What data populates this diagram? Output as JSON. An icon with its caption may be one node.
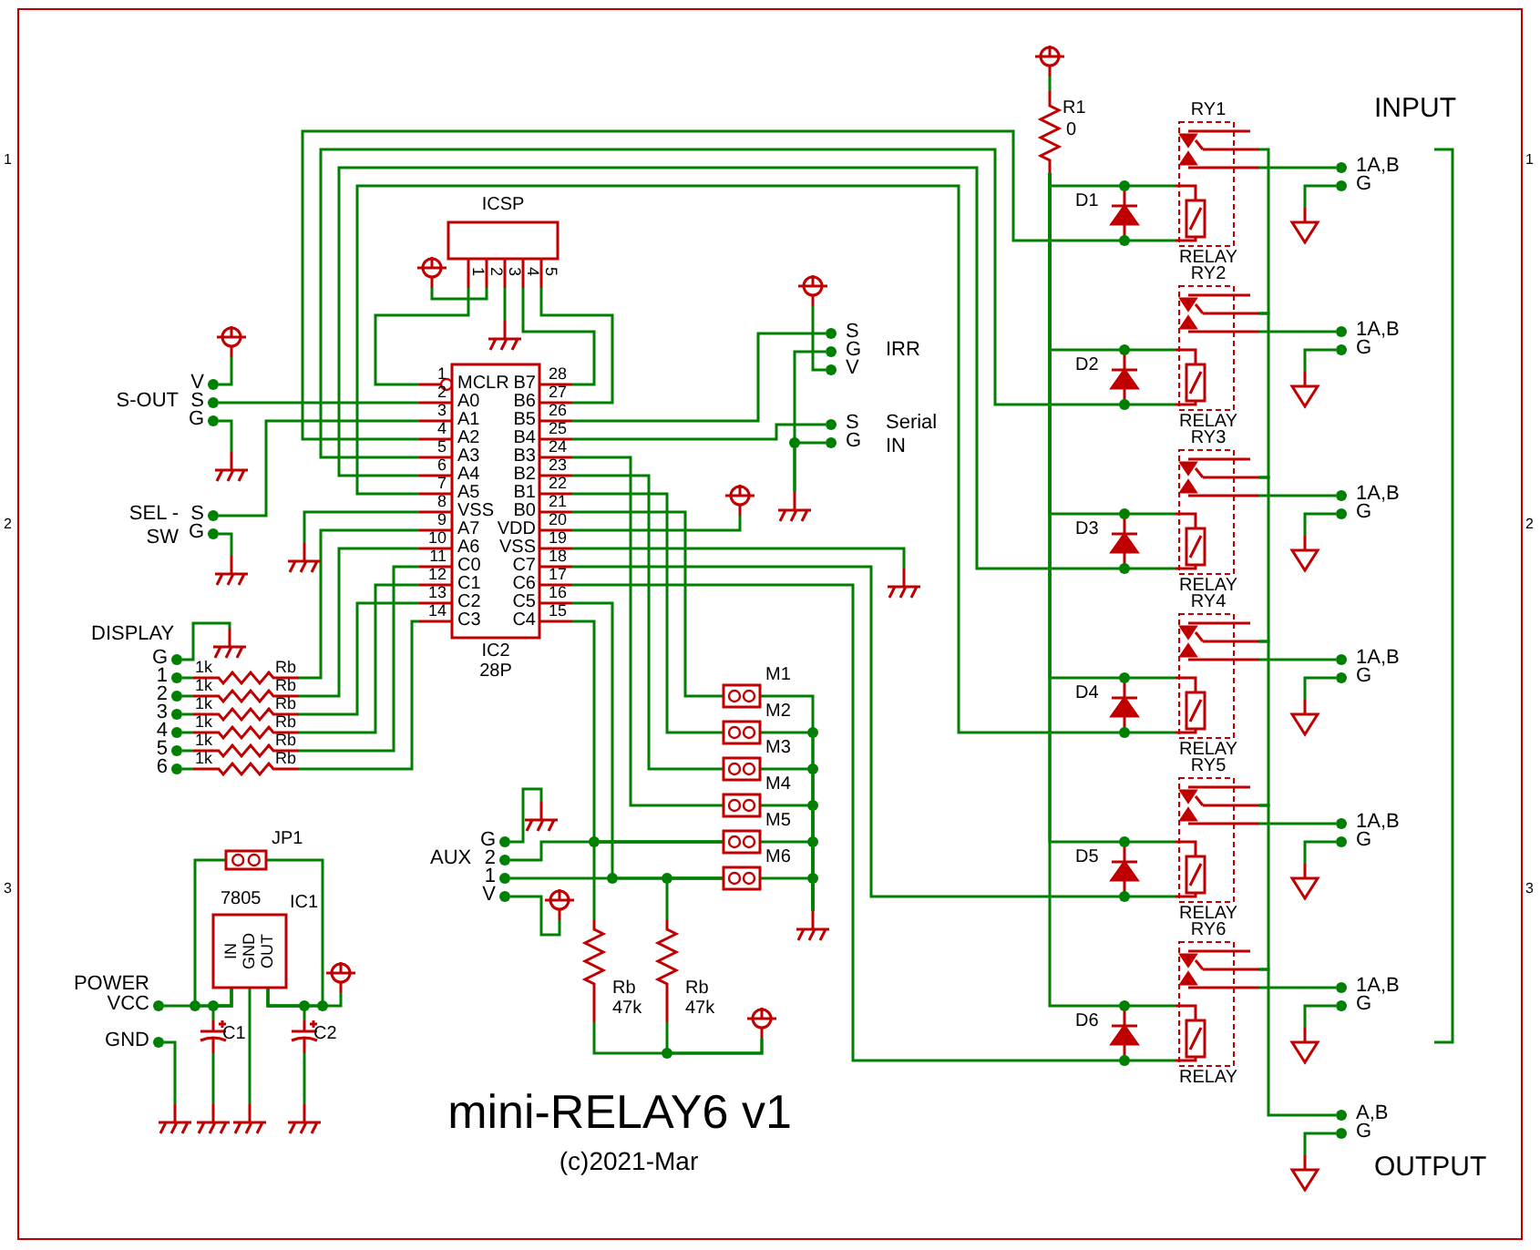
{
  "diagram": {
    "title": "mini-RELAY6 v1",
    "caption": "(c)2021-Mar",
    "nodes": [
      {
        "text": [
          "ICSP",
          "1",
          "2",
          "3",
          "4",
          "5"
        ]
      },
      {
        "text": [
          "MCLR",
          "B7",
          "A0",
          "B6",
          "A1",
          "B5",
          "A2",
          "B4",
          "A3",
          "B3",
          "A4",
          "B2",
          "A5",
          "B1",
          "VSS",
          "B0",
          "A7",
          "VDD",
          "A6",
          "VSS",
          "C0",
          "C7",
          "C1",
          "C6",
          "C2",
          "C5",
          "C3",
          "C4",
          "IC2",
          "28P"
        ],
        "beside": [
          "1",
          "28",
          "2",
          "27",
          "3",
          "26",
          "4",
          "25",
          "5",
          "24",
          "6",
          "23",
          "7",
          "22",
          "8",
          "21",
          "9",
          "20",
          "10",
          "19",
          "11",
          "18",
          "12",
          "17",
          "13",
          "16",
          "14",
          "15"
        ]
      },
      {
        "text": [
          "7805",
          "IC1",
          "IN",
          "GND",
          "OUT"
        ]
      },
      {
        "text": [
          "JP1"
        ]
      },
      {
        "text": [
          "M1"
        ]
      },
      {
        "text": [
          "M2"
        ]
      },
      {
        "text": [
          "M3"
        ]
      },
      {
        "text": [
          "M4"
        ]
      },
      {
        "text": [
          "M5"
        ]
      },
      {
        "text": [
          "M6"
        ]
      },
      {
        "text": [
          "R1",
          "0"
        ]
      },
      {
        "text": [
          "D1"
        ]
      },
      {
        "text": [
          "D2"
        ]
      },
      {
        "text": [
          "D3"
        ]
      },
      {
        "text": [
          "D4"
        ]
      },
      {
        "text": [
          "D5"
        ]
      },
      {
        "text": [
          "D6"
        ]
      },
      {
        "text": [
          "RY1",
          "RELAY"
        ]
      },
      {
        "text": [
          "RY2",
          "RELAY"
        ]
      },
      {
        "text": [
          "RY3",
          "RELAY"
        ]
      },
      {
        "text": [
          "RY4",
          "RELAY"
        ]
      },
      {
        "text": [
          "RY5",
          "RELAY"
        ]
      },
      {
        "text": [
          "RY6",
          "RELAY"
        ]
      },
      {
        "text": [
          "1k",
          "Rb"
        ]
      },
      {
        "text": [
          "1k",
          "Rb"
        ]
      },
      {
        "text": [
          "1k",
          "Rb"
        ]
      },
      {
        "text": [
          "1k",
          "Rb"
        ]
      },
      {
        "text": [
          "1k",
          "Rb"
        ]
      },
      {
        "text": [
          "1k",
          "Rb"
        ]
      },
      {
        "text": [
          "Rb",
          "47k"
        ]
      },
      {
        "text": [
          "Rb",
          "47k"
        ]
      },
      {
        "text": [
          "C1"
        ]
      },
      {
        "text": [
          "C2"
        ]
      },
      {
        "text": [
          "V"
        ]
      },
      {
        "text": [
          "S"
        ]
      },
      {
        "text": [
          "G"
        ]
      },
      {
        "text": [
          "S"
        ]
      },
      {
        "text": [
          "G"
        ]
      },
      {
        "text": [
          "S"
        ]
      },
      {
        "text": [
          "G"
        ]
      },
      {
        "text": [
          "V"
        ]
      },
      {
        "text": [
          "S"
        ]
      },
      {
        "text": [
          "G"
        ]
      },
      {
        "text": [
          "G"
        ]
      },
      {
        "text": [
          "1"
        ]
      },
      {
        "text": [
          "2"
        ]
      },
      {
        "text": [
          "3"
        ]
      },
      {
        "text": [
          "4"
        ]
      },
      {
        "text": [
          "5"
        ]
      },
      {
        "text": [
          "6"
        ]
      },
      {
        "text": [
          "G"
        ]
      },
      {
        "text": [
          "2"
        ]
      },
      {
        "text": [
          "1"
        ]
      },
      {
        "text": [
          "V"
        ]
      },
      {
        "text": [
          "VCC"
        ]
      },
      {
        "text": [
          "GND"
        ]
      },
      {
        "text": [
          "1A,B"
        ]
      },
      {
        "text": [
          "1A,B"
        ]
      },
      {
        "text": [
          "1A,B"
        ]
      },
      {
        "text": [
          "1A,B"
        ]
      },
      {
        "text": [
          "1A,B"
        ]
      },
      {
        "text": [
          "1A,B"
        ]
      },
      {
        "text": [
          "G"
        ]
      },
      {
        "text": [
          "G"
        ]
      },
      {
        "text": [
          "G"
        ]
      },
      {
        "text": [
          "G"
        ]
      },
      {
        "text": [
          "G"
        ]
      },
      {
        "text": [
          "G"
        ]
      },
      {
        "text": [
          "A,B"
        ]
      },
      {
        "text": [
          "G"
        ]
      },
      {
        "text": [],
        "shape": "ground"
      },
      {
        "text": [],
        "shape": "ground"
      },
      {
        "text": [],
        "shape": "ground"
      },
      {
        "text": [],
        "shape": "ground"
      },
      {
        "text": [],
        "shape": "ground"
      },
      {
        "text": [],
        "shape": "ground"
      },
      {
        "text": [],
        "shape": "ground"
      },
      {
        "text": [],
        "shape": "ground"
      },
      {
        "text": [],
        "shape": "ground"
      },
      {
        "text": [],
        "shape": "ground"
      },
      {
        "text": [],
        "shape": "ground"
      },
      {
        "text": [],
        "shape": "ground"
      },
      {
        "text": [],
        "shape": "ground"
      },
      {
        "text": [],
        "shape": "triangle"
      },
      {
        "text": [],
        "shape": "triangle"
      },
      {
        "text": [],
        "shape": "triangle"
      },
      {
        "text": [],
        "shape": "triangle"
      },
      {
        "text": [],
        "shape": "triangle"
      },
      {
        "text": [],
        "shape": "triangle"
      },
      {
        "text": [],
        "shape": "triangle"
      },
      {
        "text": [],
        "shape": "circle"
      },
      {
        "text": [],
        "shape": "circle"
      },
      {
        "text": [],
        "shape": "circle"
      },
      {
        "text": [],
        "shape": "circle"
      },
      {
        "text": [],
        "shape": "circle"
      },
      {
        "text": [],
        "shape": "circle"
      },
      {
        "text": [],
        "shape": "circle"
      },
      {
        "text": [],
        "shape": "circle"
      }
    ],
    "edges": [
      {
        "from": 0,
        "to": 1,
        "arrow": "none"
      },
      {
        "from": 0,
        "to": 1,
        "arrow": "none"
      },
      {
        "from": 0,
        "to": 1,
        "arrow": "none"
      },
      {
        "from": 0,
        "to": 90,
        "arrow": "none"
      },
      {
        "from": 0,
        "to": 70,
        "arrow": "none"
      },
      {
        "from": 33,
        "to": 91,
        "arrow": "none"
      },
      {
        "from": 34,
        "to": 1,
        "arrow": "none"
      },
      {
        "from": 35,
        "to": 71,
        "arrow": "none"
      },
      {
        "from": 36,
        "to": 1,
        "arrow": "none"
      },
      {
        "from": 37,
        "to": 72,
        "arrow": "none"
      },
      {
        "from": 1,
        "to": 73,
        "arrow": "none"
      },
      {
        "from": 43,
        "to": 74,
        "arrow": "none"
      },
      {
        "from": 44,
        "to": 23,
        "arrow": "none"
      },
      {
        "from": 45,
        "to": 24,
        "arrow": "none"
      },
      {
        "from": 46,
        "to": 25,
        "arrow": "none"
      },
      {
        "from": 47,
        "to": 26,
        "arrow": "none"
      },
      {
        "from": 48,
        "to": 27,
        "arrow": "none"
      },
      {
        "from": 49,
        "to": 28,
        "arrow": "none"
      },
      {
        "from": 23,
        "to": 1,
        "arrow": "none"
      },
      {
        "from": 24,
        "to": 1,
        "arrow": "none"
      },
      {
        "from": 25,
        "to": 1,
        "arrow": "none"
      },
      {
        "from": 26,
        "to": 1,
        "arrow": "none"
      },
      {
        "from": 27,
        "to": 1,
        "arrow": "none"
      },
      {
        "from": 28,
        "to": 1,
        "arrow": "none"
      },
      {
        "from": 1,
        "to": 38,
        "arrow": "none"
      },
      {
        "from": 1,
        "to": 41,
        "arrow": "none"
      },
      {
        "from": 40,
        "to": 92,
        "arrow": "none"
      },
      {
        "from": 39,
        "to": 75,
        "arrow": "none"
      },
      {
        "from": 42,
        "to": 75,
        "arrow": "none"
      },
      {
        "from": 1,
        "to": 93,
        "arrow": "none"
      },
      {
        "from": 1,
        "to": 76,
        "arrow": "none"
      },
      {
        "from": 1,
        "to": 4,
        "arrow": "none"
      },
      {
        "from": 1,
        "to": 5,
        "arrow": "none"
      },
      {
        "from": 1,
        "to": 6,
        "arrow": "none"
      },
      {
        "from": 1,
        "to": 7,
        "arrow": "none"
      },
      {
        "from": 1,
        "to": 8,
        "arrow": "none"
      },
      {
        "from": 1,
        "to": 9,
        "arrow": "none"
      },
      {
        "from": 51,
        "to": 8,
        "arrow": "none"
      },
      {
        "from": 52,
        "to": 9,
        "arrow": "none"
      },
      {
        "from": 29,
        "to": 8,
        "arrow": "none"
      },
      {
        "from": 30,
        "to": 9,
        "arrow": "none"
      },
      {
        "from": 4,
        "to": 77,
        "arrow": "none"
      },
      {
        "from": 5,
        "to": 77,
        "arrow": "none"
      },
      {
        "from": 6,
        "to": 77,
        "arrow": "none"
      },
      {
        "from": 7,
        "to": 77,
        "arrow": "none"
      },
      {
        "from": 8,
        "to": 77,
        "arrow": "none"
      },
      {
        "from": 9,
        "to": 77,
        "arrow": "none"
      },
      {
        "from": 50,
        "to": 78,
        "arrow": "none"
      },
      {
        "from": 53,
        "to": 94,
        "arrow": "none"
      },
      {
        "from": 29,
        "to": 95,
        "arrow": "none"
      },
      {
        "from": 30,
        "to": 95,
        "arrow": "none"
      },
      {
        "from": 1,
        "to": 11,
        "arrow": "none"
      },
      {
        "from": 1,
        "to": 12,
        "arrow": "none"
      },
      {
        "from": 1,
        "to": 13,
        "arrow": "none"
      },
      {
        "from": 1,
        "to": 14,
        "arrow": "none"
      },
      {
        "from": 1,
        "to": 15,
        "arrow": "none"
      },
      {
        "from": 1,
        "to": 16,
        "arrow": "none"
      },
      {
        "from": 97,
        "to": 10,
        "arrow": "none"
      },
      {
        "from": 10,
        "to": 11,
        "arrow": "none"
      },
      {
        "from": 10,
        "to": 12,
        "arrow": "none"
      },
      {
        "from": 10,
        "to": 13,
        "arrow": "none"
      },
      {
        "from": 10,
        "to": 14,
        "arrow": "none"
      },
      {
        "from": 10,
        "to": 15,
        "arrow": "none"
      },
      {
        "from": 10,
        "to": 16,
        "arrow": "none"
      },
      {
        "from": 11,
        "to": 17,
        "arrow": "none"
      },
      {
        "from": 12,
        "to": 18,
        "arrow": "none"
      },
      {
        "from": 13,
        "to": 19,
        "arrow": "none"
      },
      {
        "from": 14,
        "to": 20,
        "arrow": "none"
      },
      {
        "from": 15,
        "to": 21,
        "arrow": "none"
      },
      {
        "from": 16,
        "to": 22,
        "arrow": "none"
      },
      {
        "from": 11,
        "to": 17,
        "arrow": "none"
      },
      {
        "from": 12,
        "to": 18,
        "arrow": "none"
      },
      {
        "from": 13,
        "to": 19,
        "arrow": "none"
      },
      {
        "from": 14,
        "to": 20,
        "arrow": "none"
      },
      {
        "from": 15,
        "to": 21,
        "arrow": "none"
      },
      {
        "from": 16,
        "to": 22,
        "arrow": "none"
      },
      {
        "from": 17,
        "to": 56,
        "arrow": "none"
      },
      {
        "from": 18,
        "to": 57,
        "arrow": "none"
      },
      {
        "from": 19,
        "to": 58,
        "arrow": "none"
      },
      {
        "from": 20,
        "to": 59,
        "arrow": "none"
      },
      {
        "from": 21,
        "to": 60,
        "arrow": "none"
      },
      {
        "from": 22,
        "to": 61,
        "arrow": "none"
      },
      {
        "from": 17,
        "to": 18,
        "arrow": "none"
      },
      {
        "from": 18,
        "to": 19,
        "arrow": "none"
      },
      {
        "from": 19,
        "to": 20,
        "arrow": "none"
      },
      {
        "from": 20,
        "to": 21,
        "arrow": "none"
      },
      {
        "from": 21,
        "to": 22,
        "arrow": "none"
      },
      {
        "from": 22,
        "to": 68,
        "arrow": "none"
      },
      {
        "from": 62,
        "to": 83,
        "arrow": "none"
      },
      {
        "from": 63,
        "to": 84,
        "arrow": "none"
      },
      {
        "from": 64,
        "to": 85,
        "arrow": "none"
      },
      {
        "from": 65,
        "to": 86,
        "arrow": "none"
      },
      {
        "from": 66,
        "to": 87,
        "arrow": "none"
      },
      {
        "from": 67,
        "to": 88,
        "arrow": "none"
      },
      {
        "from": 69,
        "to": 89,
        "arrow": "none"
      },
      {
        "from": 54,
        "to": 2,
        "arrow": "none"
      },
      {
        "from": 2,
        "to": 3,
        "arrow": "none"
      },
      {
        "from": 2,
        "to": 31,
        "arrow": "none"
      },
      {
        "from": 2,
        "to": 3,
        "arrow": "none"
      },
      {
        "from": 2,
        "to": 32,
        "arrow": "none"
      },
      {
        "from": 2,
        "to": 96,
        "arrow": "none"
      },
      {
        "from": 55,
        "to": 79,
        "arrow": "none"
      },
      {
        "from": 2,
        "to": 81,
        "arrow": "none"
      },
      {
        "from": 31,
        "to": 80,
        "arrow": "none"
      },
      {
        "from": 32,
        "to": 82,
        "arrow": "none"
      }
    ],
    "labels": [
      "INPUT",
      "1",
      "1",
      "IRR",
      "S-OUT",
      "Serial IN",
      "SEL -SW",
      "2",
      "2",
      "DISPLAY",
      "AUX",
      "3",
      "3",
      "POWER",
      "OUTPUT"
    ]
  }
}
